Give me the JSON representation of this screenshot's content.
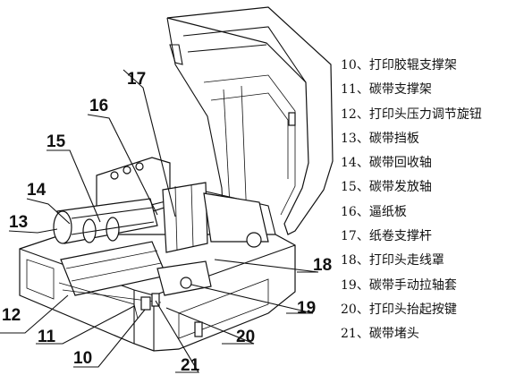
{
  "callout_numbers": [
    "10",
    "11",
    "12",
    "13",
    "14",
    "15",
    "16",
    "17",
    "18",
    "19",
    "20",
    "21"
  ],
  "legend": [
    {
      "num": "10",
      "sep": "、",
      "text": "打印胶辊支撑架"
    },
    {
      "num": "11",
      "sep": "、",
      "text": "碳带支撑架"
    },
    {
      "num": "12",
      "sep": "、",
      "text": "打印头压力调节旋钮"
    },
    {
      "num": "13",
      "sep": "、",
      "text": "碳带挡板"
    },
    {
      "num": "14",
      "sep": "、",
      "text": "碳带回收轴"
    },
    {
      "num": "15",
      "sep": "、",
      "text": "碳带发放轴"
    },
    {
      "num": "16",
      "sep": "、",
      "text": "逼纸板"
    },
    {
      "num": "17",
      "sep": "、",
      "text": "纸卷支撑杆"
    },
    {
      "num": "18",
      "sep": "、",
      "text": "打印头走线罩"
    },
    {
      "num": "19",
      "sep": "、",
      "text": "碳带手动拉轴套"
    },
    {
      "num": "20",
      "sep": "、",
      "text": "打印头抬起按键"
    },
    {
      "num": "21",
      "sep": "、",
      "text": "碳带堵头"
    }
  ]
}
